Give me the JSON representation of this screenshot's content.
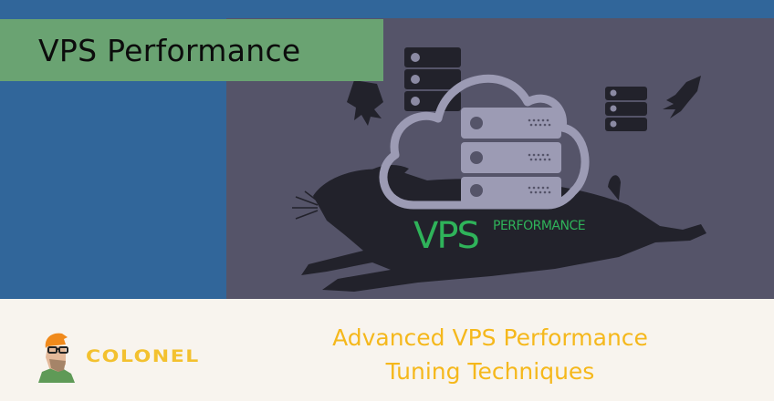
{
  "banner": {
    "title": "VPS Performance"
  },
  "illustration": {
    "logo_main": "VPS",
    "logo_sub": "PERFORMANCE",
    "icons": [
      "cloud-icon",
      "server-rack-icon",
      "rabbit-icon",
      "rocket-icon"
    ]
  },
  "branding": {
    "logo_text": "COLONEL"
  },
  "headline": {
    "line1": "Advanced VPS Performance",
    "line2": "Tuning Techniques"
  },
  "colors": {
    "blue_band": "#31669a",
    "banner_green": "#6aa372",
    "panel_gray": "#555469",
    "cream": "#f8f4ee",
    "headline_orange": "#f5b81c",
    "logo_yellow": "#f3c12f",
    "vps_green": "#2fb35a"
  }
}
